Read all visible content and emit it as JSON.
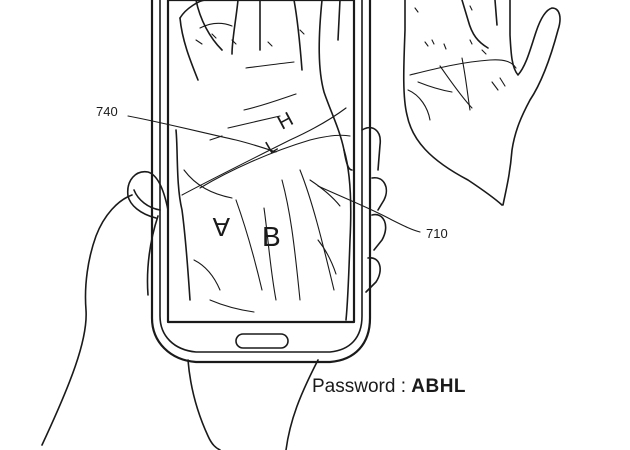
{
  "labels": {
    "ref_740": "740",
    "ref_710": "710"
  },
  "screen_letters": {
    "h": "H",
    "l": "L",
    "a": "A",
    "b": "B"
  },
  "password": {
    "label": "Password :",
    "value": "ABHL"
  },
  "colors": {
    "line": "#1a1a1a",
    "background": "#ffffff"
  }
}
